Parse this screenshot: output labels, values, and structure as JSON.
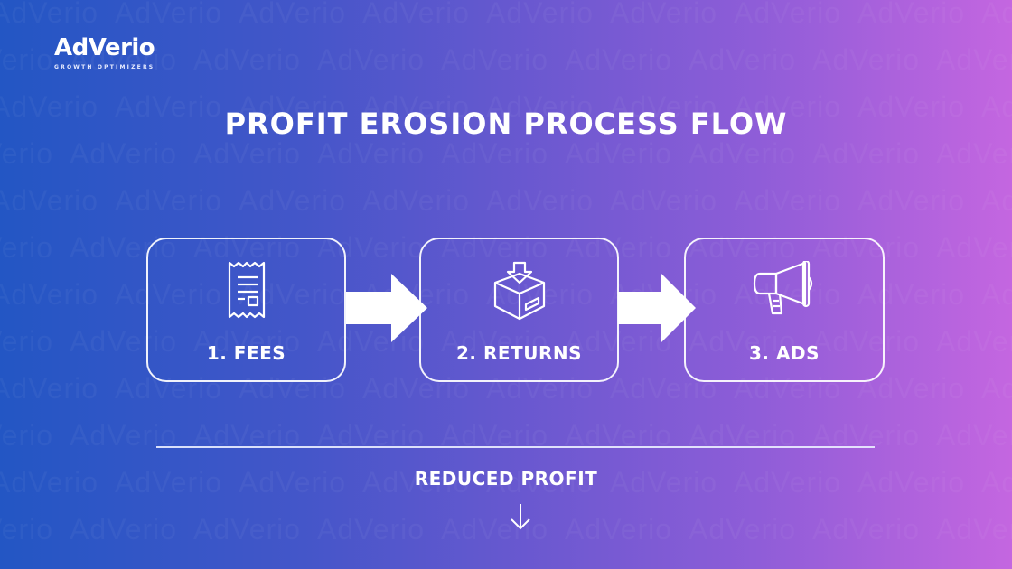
{
  "brand": {
    "name": "AdVerio",
    "tagline": "GROWTH OPTIMIZERS",
    "watermark_text": "AdVerio"
  },
  "title": "PROFIT EROSION PROCESS FLOW",
  "colors": {
    "gradient_left": "#2356c4",
    "gradient_mid": "#6658cf",
    "gradient_right": "#c466e0",
    "foreground": "#ffffff"
  },
  "steps": [
    {
      "label": "1. FEES",
      "icon": "receipt-icon"
    },
    {
      "label": "2. RETURNS",
      "icon": "box-return-icon"
    },
    {
      "label": "3. ADS",
      "icon": "megaphone-icon"
    }
  ],
  "result": {
    "label": "REDUCED PROFIT",
    "icon": "arrow-down-icon"
  }
}
